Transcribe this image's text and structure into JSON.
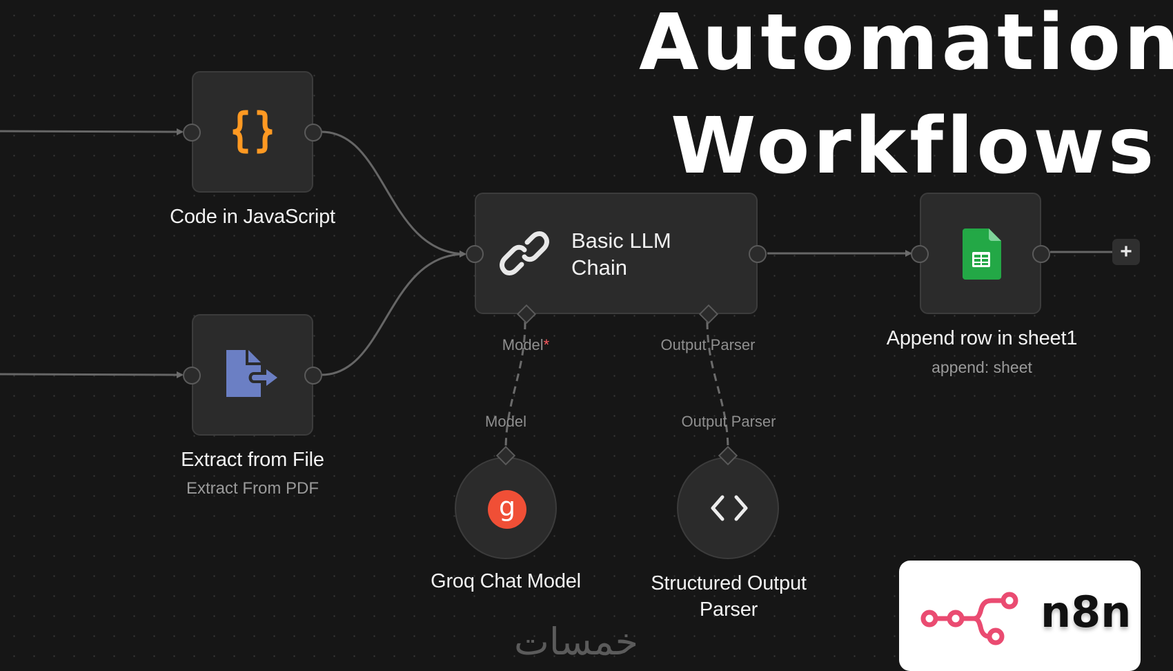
{
  "headline": {
    "line1": "Automation",
    "line2": "Workflows"
  },
  "nodes": {
    "code": {
      "title": "Code in JavaScript",
      "icon": "code-braces-icon",
      "icon_color": "#ff9922"
    },
    "extract": {
      "title": "Extract from File",
      "subtitle": "Extract From PDF",
      "icon": "file-export-icon",
      "icon_color": "#6b7fc4"
    },
    "llm_chain": {
      "title_line1": "Basic LLM",
      "title_line2": "Chain",
      "icon": "link-icon",
      "ports": {
        "model": "Model",
        "model_required": "*",
        "output_parser": "Output Parser"
      }
    },
    "sheets": {
      "title": "Append row in sheet1",
      "subtitle": "append: sheet",
      "icon": "google-sheets-icon",
      "icon_color": "#23a846"
    },
    "groq": {
      "title": "Groq Chat Model",
      "port_label": "Model",
      "icon": "groq-icon",
      "icon_text": "g",
      "icon_color": "#f04f36"
    },
    "parser": {
      "title_line1": "Structured Output",
      "title_line2": "Parser",
      "port_label": "Output Parser",
      "icon": "angle-brackets-icon"
    }
  },
  "add_button": {
    "label": "+"
  },
  "logo": {
    "text": "n8n",
    "color": "#ea4b71"
  },
  "watermark": {
    "text": "خمسات"
  }
}
